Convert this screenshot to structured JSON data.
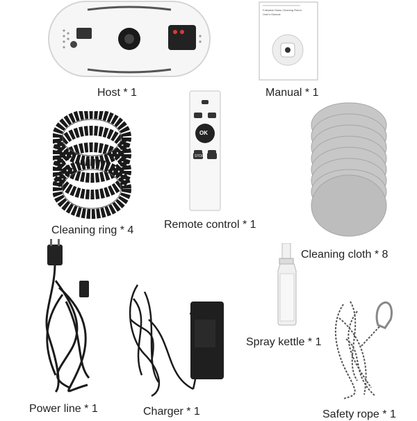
{
  "items": {
    "host": {
      "label": "Host * 1",
      "icon": "window-cleaning-robot-icon"
    },
    "manual": {
      "label": "Manual * 1",
      "title_line1": "Fullsakai Glass Cleaning Robot",
      "title_line2": "User's Manual",
      "icon": "manual-booklet-icon"
    },
    "remote": {
      "label": "Remote control * 1",
      "ok_label": "OK",
      "stop_label": "STOP",
      "icon": "remote-control-icon"
    },
    "rings": {
      "label": "Cleaning ring * 4",
      "icon": "cleaning-ring-icon"
    },
    "cloths": {
      "label": "Cleaning cloth * 8",
      "icon": "cleaning-cloth-icon"
    },
    "power_line": {
      "label": "Power line * 1",
      "icon": "power-cord-icon"
    },
    "charger": {
      "label": "Charger * 1",
      "icon": "charger-adapter-icon"
    },
    "spray": {
      "label": "Spray kettle * 1",
      "icon": "spray-bottle-icon"
    },
    "rope": {
      "label": "Safety rope * 1",
      "icon": "safety-rope-icon"
    }
  },
  "colors": {
    "background": "#ffffff",
    "text": "#222222",
    "host_body": "#f4f4f4",
    "cloth": "#bdbdbd",
    "ring": "#1a1a1a"
  }
}
